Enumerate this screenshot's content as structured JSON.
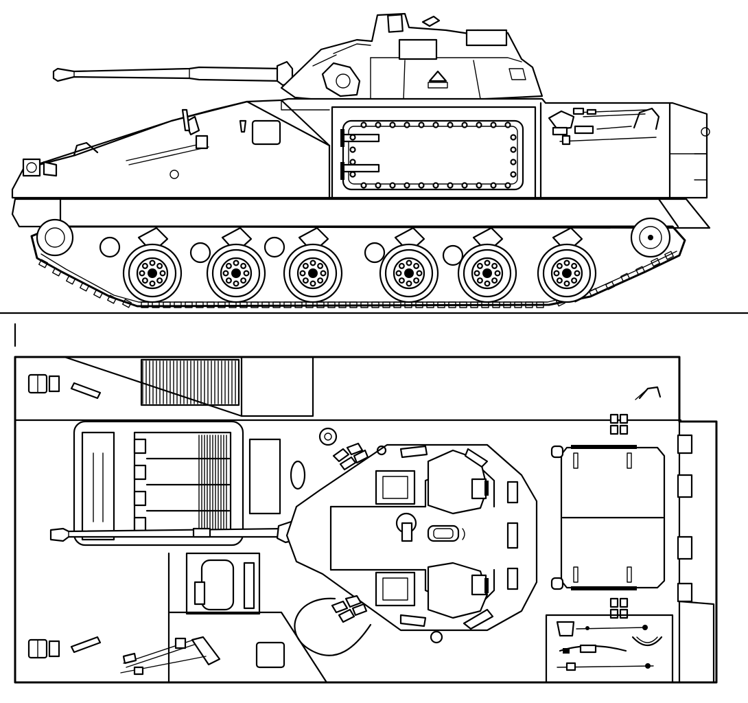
{
  "drawing": {
    "views": [
      "side-view",
      "top-view"
    ],
    "road_wheels_per_side": 6,
    "line_color": "#000000",
    "background": "#ffffff"
  }
}
